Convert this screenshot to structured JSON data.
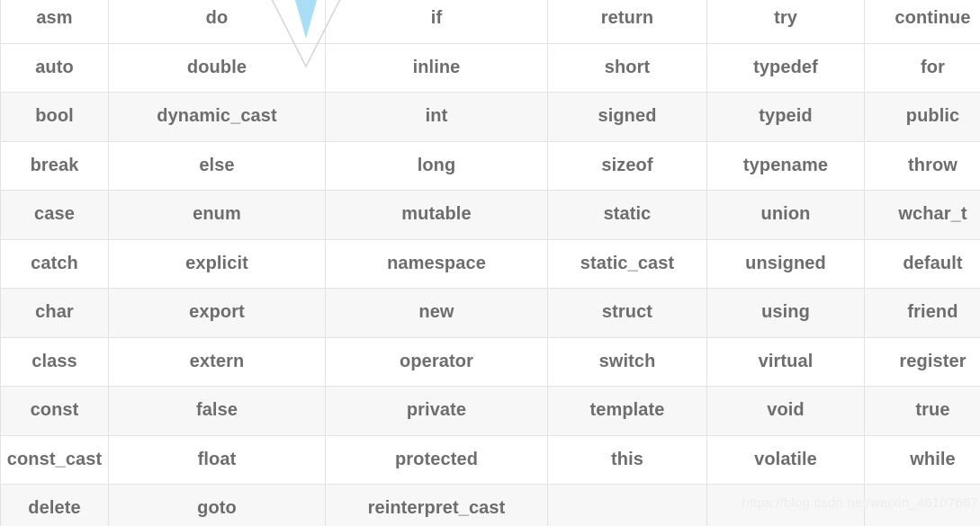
{
  "page": {
    "kind": "keyword-reference-table",
    "background_color": "#ffffff"
  },
  "table": {
    "name": "cpp-keywords-table",
    "columns": 6,
    "visible_rows": 11,
    "row_colors": {
      "white": "#ffffff",
      "gray": "#f7f7f7"
    },
    "text_color": "#6d6d6d",
    "border_color": "#e3e3e3",
    "first_row_clipped_top": true,
    "last_row_clipped_bottom": true,
    "last_column_clipped_right": true,
    "rows": [
      {
        "shade": "white",
        "cells": [
          "asm",
          "do",
          "if",
          "return",
          "try",
          "continue"
        ]
      },
      {
        "shade": "white",
        "cells": [
          "auto",
          "double",
          "inline",
          "short",
          "typedef",
          "for"
        ]
      },
      {
        "shade": "gray",
        "cells": [
          "bool",
          "dynamic_cast",
          "int",
          "signed",
          "typeid",
          "public"
        ]
      },
      {
        "shade": "white",
        "cells": [
          "break",
          "else",
          "long",
          "sizeof",
          "typename",
          "throw"
        ]
      },
      {
        "shade": "gray",
        "cells": [
          "case",
          "enum",
          "mutable",
          "static",
          "union",
          "wchar_t"
        ]
      },
      {
        "shade": "white",
        "cells": [
          "catch",
          "explicit",
          "namespace",
          "static_cast",
          "unsigned",
          "default"
        ]
      },
      {
        "shade": "gray",
        "cells": [
          "char",
          "export",
          "new",
          "struct",
          "using",
          "friend"
        ]
      },
      {
        "shade": "white",
        "cells": [
          "class",
          "extern",
          "operator",
          "switch",
          "virtual",
          "register"
        ]
      },
      {
        "shade": "gray",
        "cells": [
          "const",
          "false",
          "private",
          "template",
          "void",
          "true"
        ]
      },
      {
        "shade": "white",
        "cells": [
          "const_cast",
          "float",
          "protected",
          "this",
          "volatile",
          "while"
        ]
      },
      {
        "shade": "gray",
        "cells": [
          "delete",
          "goto",
          "reinterpret_cast",
          "",
          "",
          ""
        ]
      }
    ]
  },
  "watermarks": {
    "url_text": "https://blog.csdn.net/weixin_46107667",
    "url_color": "#ededed",
    "logo_name": "v-check-logo",
    "logo_accent_color": "#aadef5",
    "logo_outline_color": "#d6d6d6"
  }
}
